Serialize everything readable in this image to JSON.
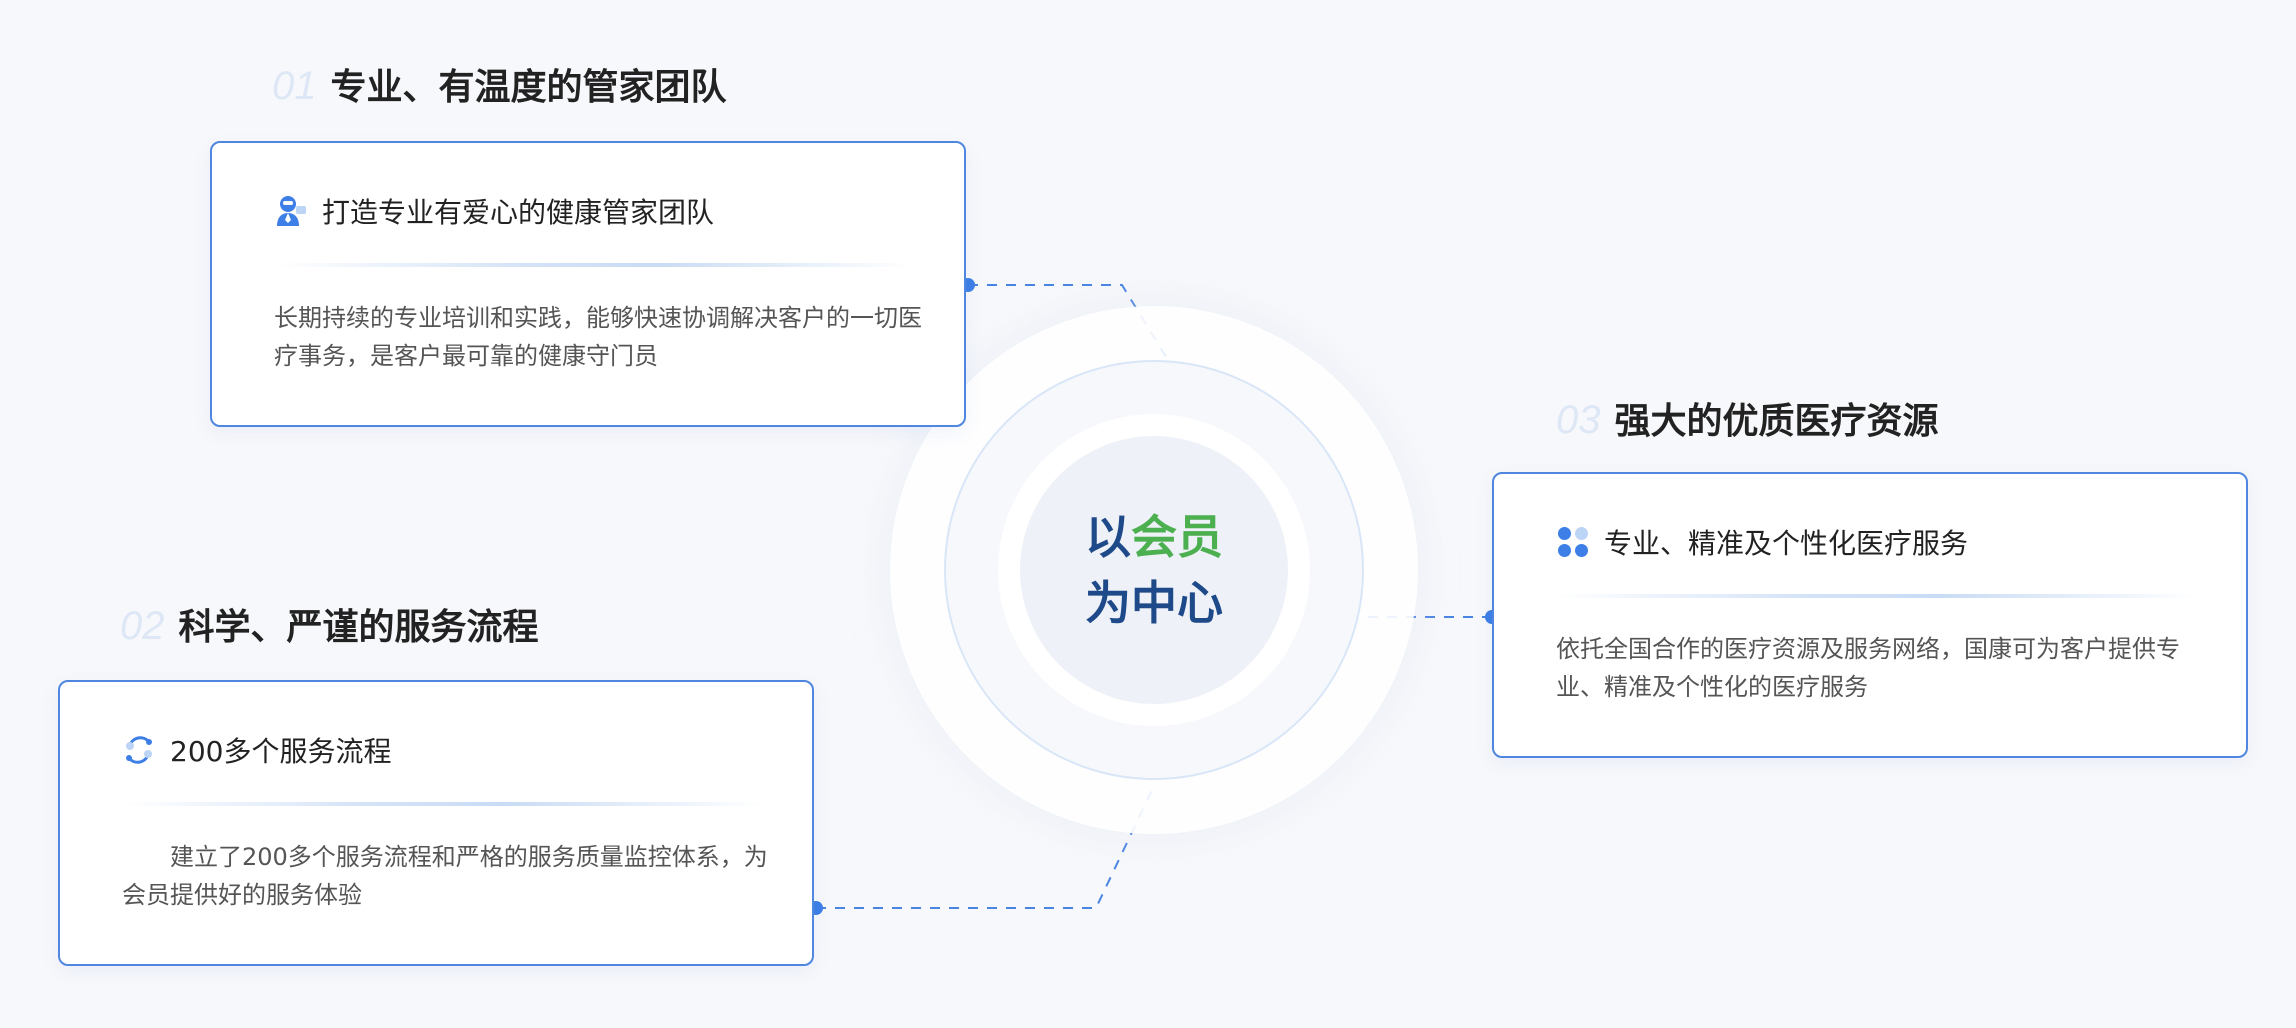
{
  "center": {
    "line1_prefix": "以",
    "line1_highlight": "会员",
    "line2": "为中心",
    "highlight_color": "#4caf50",
    "text_color": "#1f4a8a"
  },
  "sections": [
    {
      "num": "01",
      "title": "专业、有温度的管家团队",
      "card_title": "打造专业有爱心的健康管家团队",
      "card_body": "长期持续的专业培训和实践，能够快速协调解决客户的一切医疗事务，是客户最可靠的健康守门员",
      "icon": "manager-icon"
    },
    {
      "num": "02",
      "title": "科学、严谨的服务流程",
      "card_title": "200多个服务流程",
      "card_body": "建立了200多个服务流程和严格的服务质量监控体系，为会员提供好的服务体验",
      "icon": "process-cycle-icon"
    },
    {
      "num": "03",
      "title": "强大的优质医疗资源",
      "card_title": "专业、精准及个性化医疗服务",
      "card_body": "依托全国合作的医疗资源及服务网络，国康可为客户提供专业、精准及个性化的医疗服务",
      "icon": "grid-dots-icon"
    }
  ],
  "colors": {
    "accent": "#3d7fe6",
    "card_border": "#4f86e0"
  }
}
